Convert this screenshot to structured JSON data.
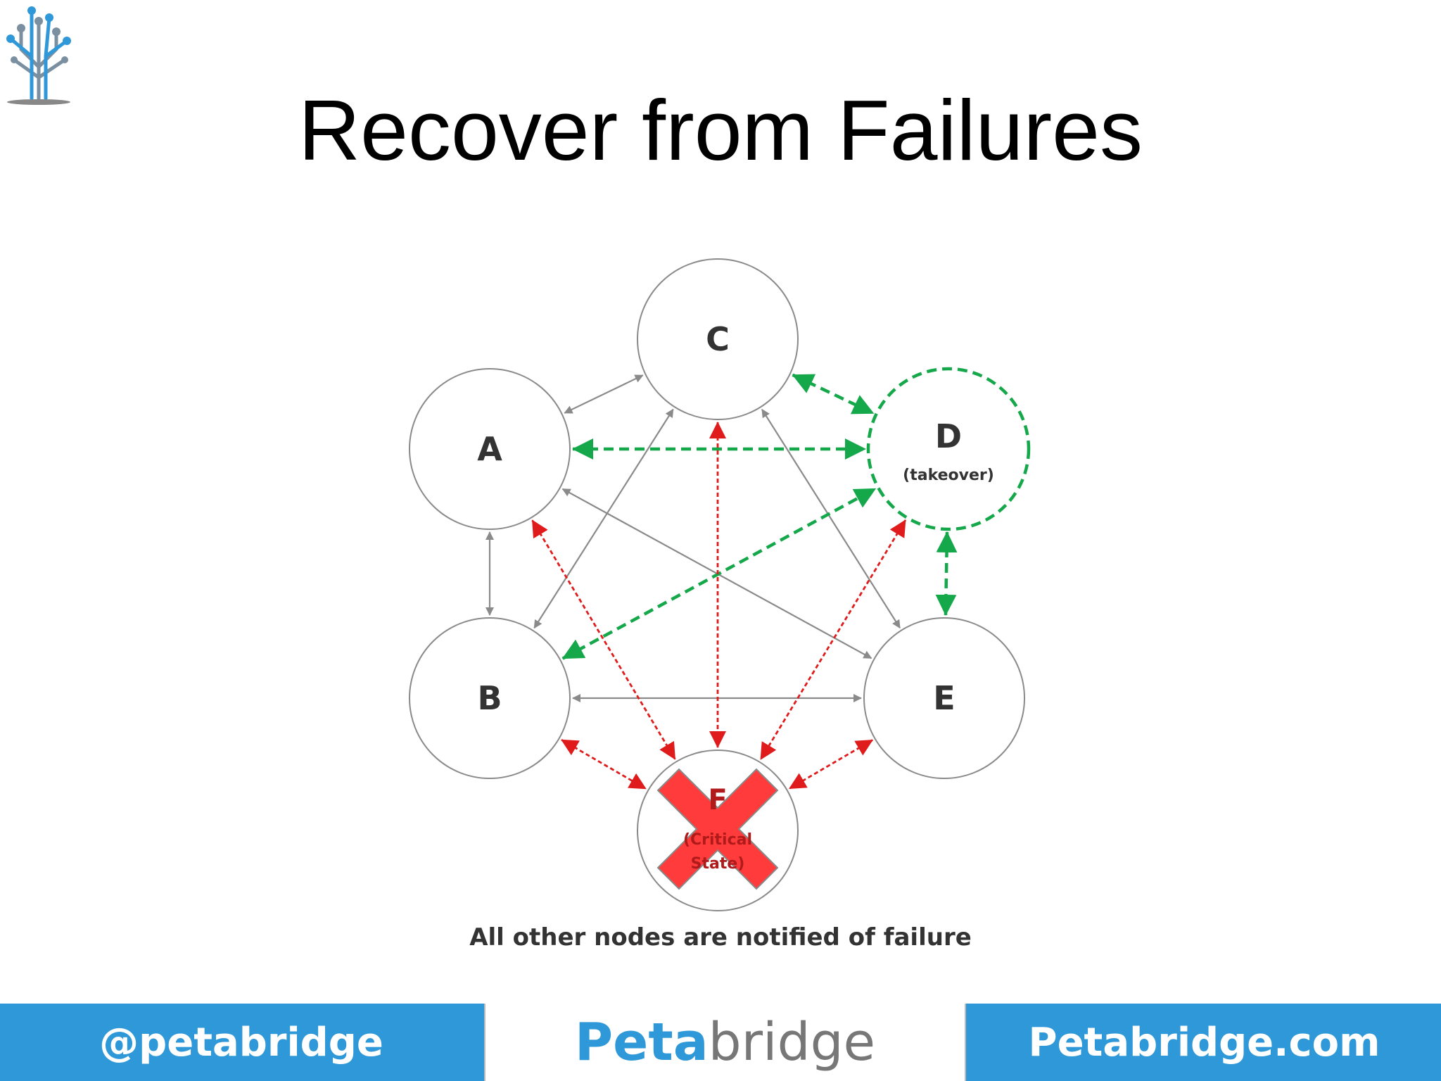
{
  "slide": {
    "title": "Recover from Failures",
    "caption": "All other nodes are notified of failure"
  },
  "nodes": [
    {
      "id": "C",
      "label": "C",
      "sub": ""
    },
    {
      "id": "A",
      "label": "A",
      "sub": ""
    },
    {
      "id": "D",
      "label": "D",
      "sub": "(takeover)"
    },
    {
      "id": "B",
      "label": "B",
      "sub": ""
    },
    {
      "id": "E",
      "label": "E",
      "sub": ""
    },
    {
      "id": "F",
      "label": "F",
      "sub1": "(Critical",
      "sub2": "State)"
    }
  ],
  "edges": [
    {
      "from": "A",
      "to": "C",
      "style": "gray"
    },
    {
      "from": "A",
      "to": "B",
      "style": "gray"
    },
    {
      "from": "B",
      "to": "C",
      "style": "gray"
    },
    {
      "from": "C",
      "to": "E",
      "style": "gray"
    },
    {
      "from": "A",
      "to": "E",
      "style": "gray"
    },
    {
      "from": "B",
      "to": "E",
      "style": "gray"
    },
    {
      "from": "C",
      "to": "D",
      "style": "green"
    },
    {
      "from": "A",
      "to": "D",
      "style": "green"
    },
    {
      "from": "B",
      "to": "D",
      "style": "green"
    },
    {
      "from": "D",
      "to": "E",
      "style": "green"
    },
    {
      "from": "A",
      "to": "F",
      "style": "red"
    },
    {
      "from": "C",
      "to": "F",
      "style": "red"
    },
    {
      "from": "D",
      "to": "F",
      "style": "red"
    },
    {
      "from": "B",
      "to": "F",
      "style": "red"
    },
    {
      "from": "E",
      "to": "F",
      "style": "red"
    }
  ],
  "colors": {
    "gray": "#8a8a8a",
    "green": "#15a84a",
    "red": "#e01b1b",
    "failure_x": "#ff3b3b",
    "footer_blue": "#2f98d8"
  },
  "footer": {
    "left": "@petabridge",
    "mid_a": "Peta",
    "mid_b": "bridge",
    "right": "Petabridge.com"
  },
  "icons": {
    "logo": "circuit-tree-logo-icon",
    "failure": "red-x-icon"
  }
}
